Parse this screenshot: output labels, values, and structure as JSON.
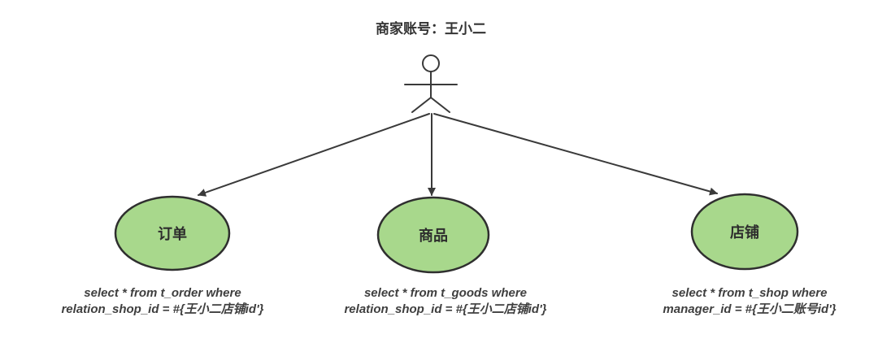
{
  "title": "商家账号：王小二",
  "actor": {
    "name": "merchant-account-actor"
  },
  "use_cases": [
    {
      "label": "订单",
      "sql_line1": "select * from t_order where",
      "sql_line2": "relation_shop_id = #{王小二店铺id'}"
    },
    {
      "label": "商品",
      "sql_line1": "select * from t_goods where",
      "sql_line2": "relation_shop_id = #{王小二店铺id'}"
    },
    {
      "label": "店铺",
      "sql_line1": "select * from t_shop where",
      "sql_line2": "manager_id = #{王小二账号id'}"
    }
  ],
  "colors": {
    "ellipse_fill": "#a8d88c",
    "ellipse_stroke": "#2f2f2f",
    "line_stroke": "#3a3a3a",
    "title_text": "#333333",
    "sql_text": "#3f3f3f",
    "background": "#ffffff"
  }
}
